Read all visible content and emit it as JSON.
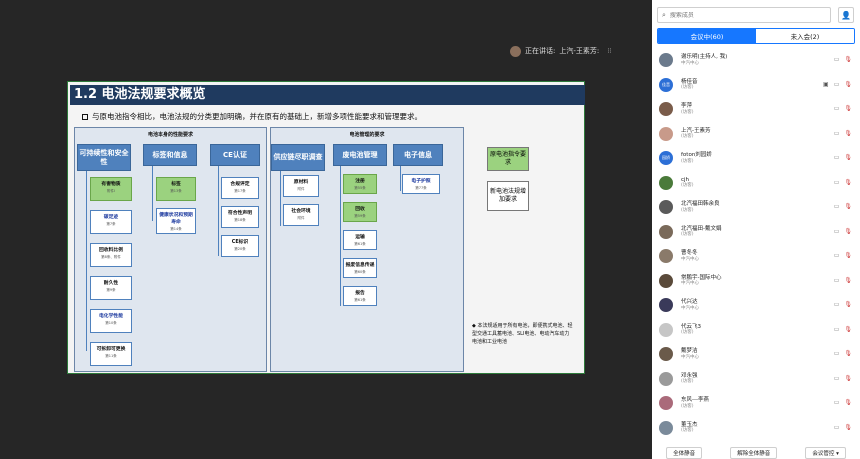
{
  "speaker": {
    "label": "正在讲话:",
    "name": "上汽-王素芳:",
    "bars": "⁞⁞"
  },
  "slide": {
    "title": "1.2 电池法规要求概览",
    "subtitle": "与原电池指令相比，电池法规的分类更加明确，并在原有的基础上，新增多项性能要求和管理要求。",
    "left_panel_title": "电池本身的性能要求",
    "right_panel_title": "电池管理的要求",
    "headers": {
      "sustainability": "可持续性和安全性",
      "label_info": "标签和信息",
      "ce": "CE认证",
      "supply": "供应链尽职调查",
      "waste": "废电池管理",
      "eid": "电子信息"
    },
    "sus_boxes": [
      {
        "t": "有害物质",
        "s": "附件I"
      },
      {
        "t": "碳足迹",
        "s": "第7条"
      },
      {
        "t": "回收料比例",
        "s": "第8条、附件"
      },
      {
        "t": "耐久性",
        "s": "第9条"
      },
      {
        "t": "电化学性能",
        "s": "第10条"
      },
      {
        "t": "可拆卸可更换",
        "s": "第11条"
      }
    ],
    "label_boxes": [
      {
        "t": "标签",
        "s": "第13条"
      },
      {
        "t": "健康状况和预期寿命",
        "s": "第14条"
      }
    ],
    "ce_boxes": [
      {
        "t": "合规评定",
        "s": "第17条"
      },
      {
        "t": "符合性声明",
        "s": "第18条"
      },
      {
        "t": "CE标识",
        "s": "第20条"
      }
    ],
    "supply_boxes": [
      {
        "t": "原材料",
        "s": "附件"
      },
      {
        "t": "社会环境",
        "s": "附件"
      }
    ],
    "waste_boxes": [
      {
        "t": "注册",
        "s": "第55条"
      },
      {
        "t": "回收",
        "s": "第59条"
      },
      {
        "t": "运输",
        "s": "第61条"
      },
      {
        "t": "报废信息传递",
        "s": "第60条"
      },
      {
        "t": "报告",
        "s": "第61条"
      }
    ],
    "eid_boxes": [
      {
        "t": "电子护照",
        "s": "第77条"
      }
    ],
    "callout_green": "原电池指令要求",
    "callout_white": "新电池法规增加要求",
    "note": "本法规适用于所有电池，即便携式电池、轻型交通工具蓄电池、SLI电池、电动汽车动力电池和工业电池"
  },
  "sidebar": {
    "search_placeholder": "搜索成员",
    "tabs": [
      {
        "label": "会议中(60)"
      },
      {
        "label": "未入会(2)"
      }
    ],
    "participants": [
      {
        "name": "谢乐明(主持人, 我)",
        "role": "中汽中心",
        "color": "#6b7a8c"
      },
      {
        "name": "杨佳音",
        "role": "(访客)",
        "color": "#2c6fd6",
        "initials": "佳音"
      },
      {
        "name": "李萍",
        "role": "(访客)",
        "color": "#7a5c4a"
      },
      {
        "name": "上汽-王素芳",
        "role": "(访客)",
        "color": "#c89a8a"
      },
      {
        "name": "foton刘园娇",
        "role": "(访客)",
        "color": "#2c6fd6",
        "initials": "园娇"
      },
      {
        "name": "cjh",
        "role": "(访客)",
        "color": "#4a7a3a"
      },
      {
        "name": "北汽福田韩余良",
        "role": "(访客)",
        "color": "#5a5a5a"
      },
      {
        "name": "北汽福田-戴文娟",
        "role": "(访客)",
        "color": "#7a6a5a"
      },
      {
        "name": "曹冬冬",
        "role": "中汽中心",
        "color": "#8a7a6a"
      },
      {
        "name": "常鹏宇-国际中心",
        "role": "中汽中心",
        "color": "#5a4a3a"
      },
      {
        "name": "代兴达",
        "role": "中汽中心",
        "color": "#3a3a5a"
      },
      {
        "name": "代云飞3",
        "role": "(访客)",
        "color": "#c6c6c6"
      },
      {
        "name": "戴梦洁",
        "role": "中汽中心",
        "color": "#6a5a4a"
      },
      {
        "name": "邓永强",
        "role": "(访客)",
        "color": "#9a9a9a"
      },
      {
        "name": "东风---李燕",
        "role": "(访客)",
        "color": "#aa6a7a"
      },
      {
        "name": "董玉杰",
        "role": "(访客)",
        "color": "#7a8a9a"
      }
    ],
    "footer": {
      "mute_all": "全体静音",
      "unmute_all": "解除全体静音",
      "control": "会议管控 ▾"
    }
  }
}
